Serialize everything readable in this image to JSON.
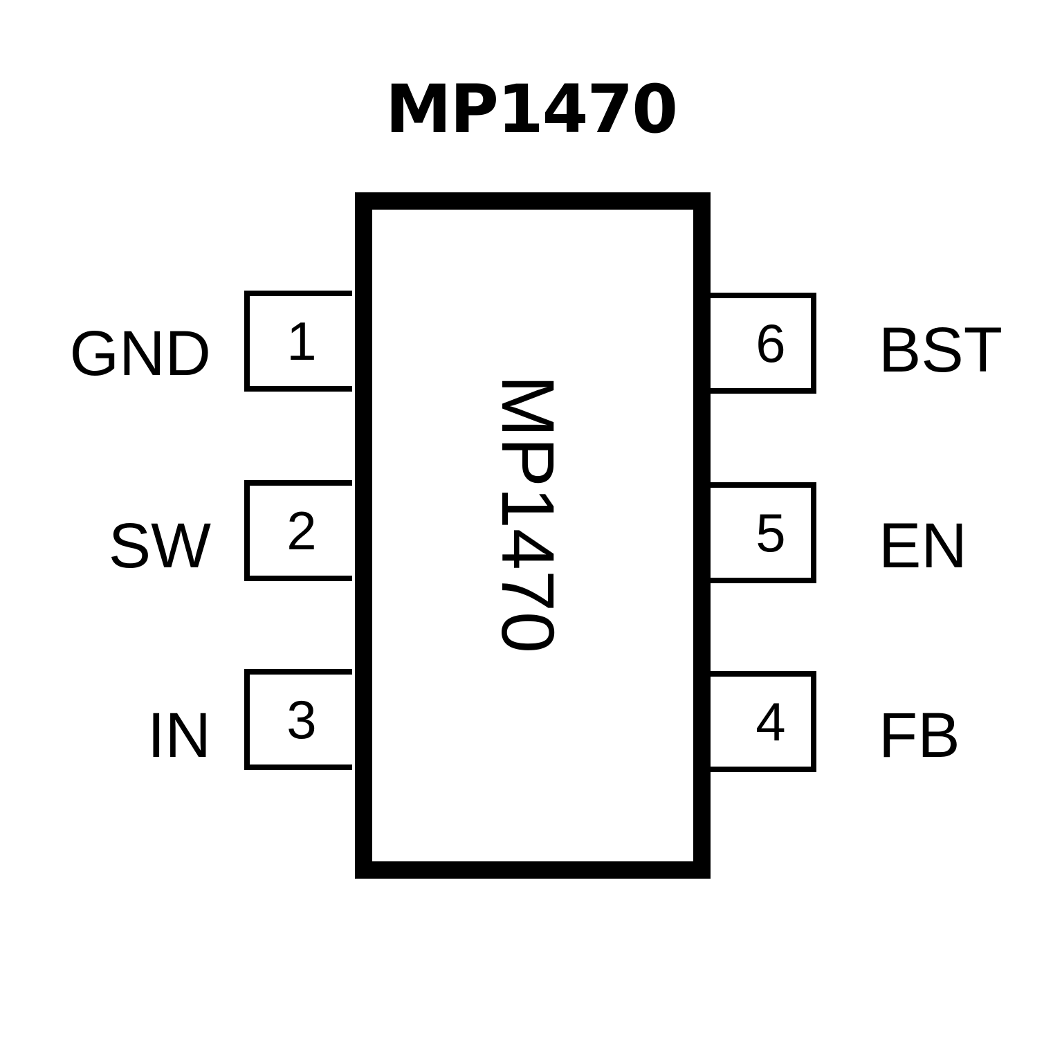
{
  "title": "MP1470",
  "package": {
    "body_label": "MP1470",
    "stroke_color": "#000000",
    "background_color": "#ffffff"
  },
  "pins": [
    {
      "number": "1",
      "name": "GND",
      "side": "left"
    },
    {
      "number": "2",
      "name": "SW",
      "side": "left"
    },
    {
      "number": "3",
      "name": "IN",
      "side": "left"
    },
    {
      "number": "4",
      "name": "FB",
      "side": "right"
    },
    {
      "number": "5",
      "name": "EN",
      "side": "right"
    },
    {
      "number": "6",
      "name": "BST",
      "side": "right"
    }
  ]
}
